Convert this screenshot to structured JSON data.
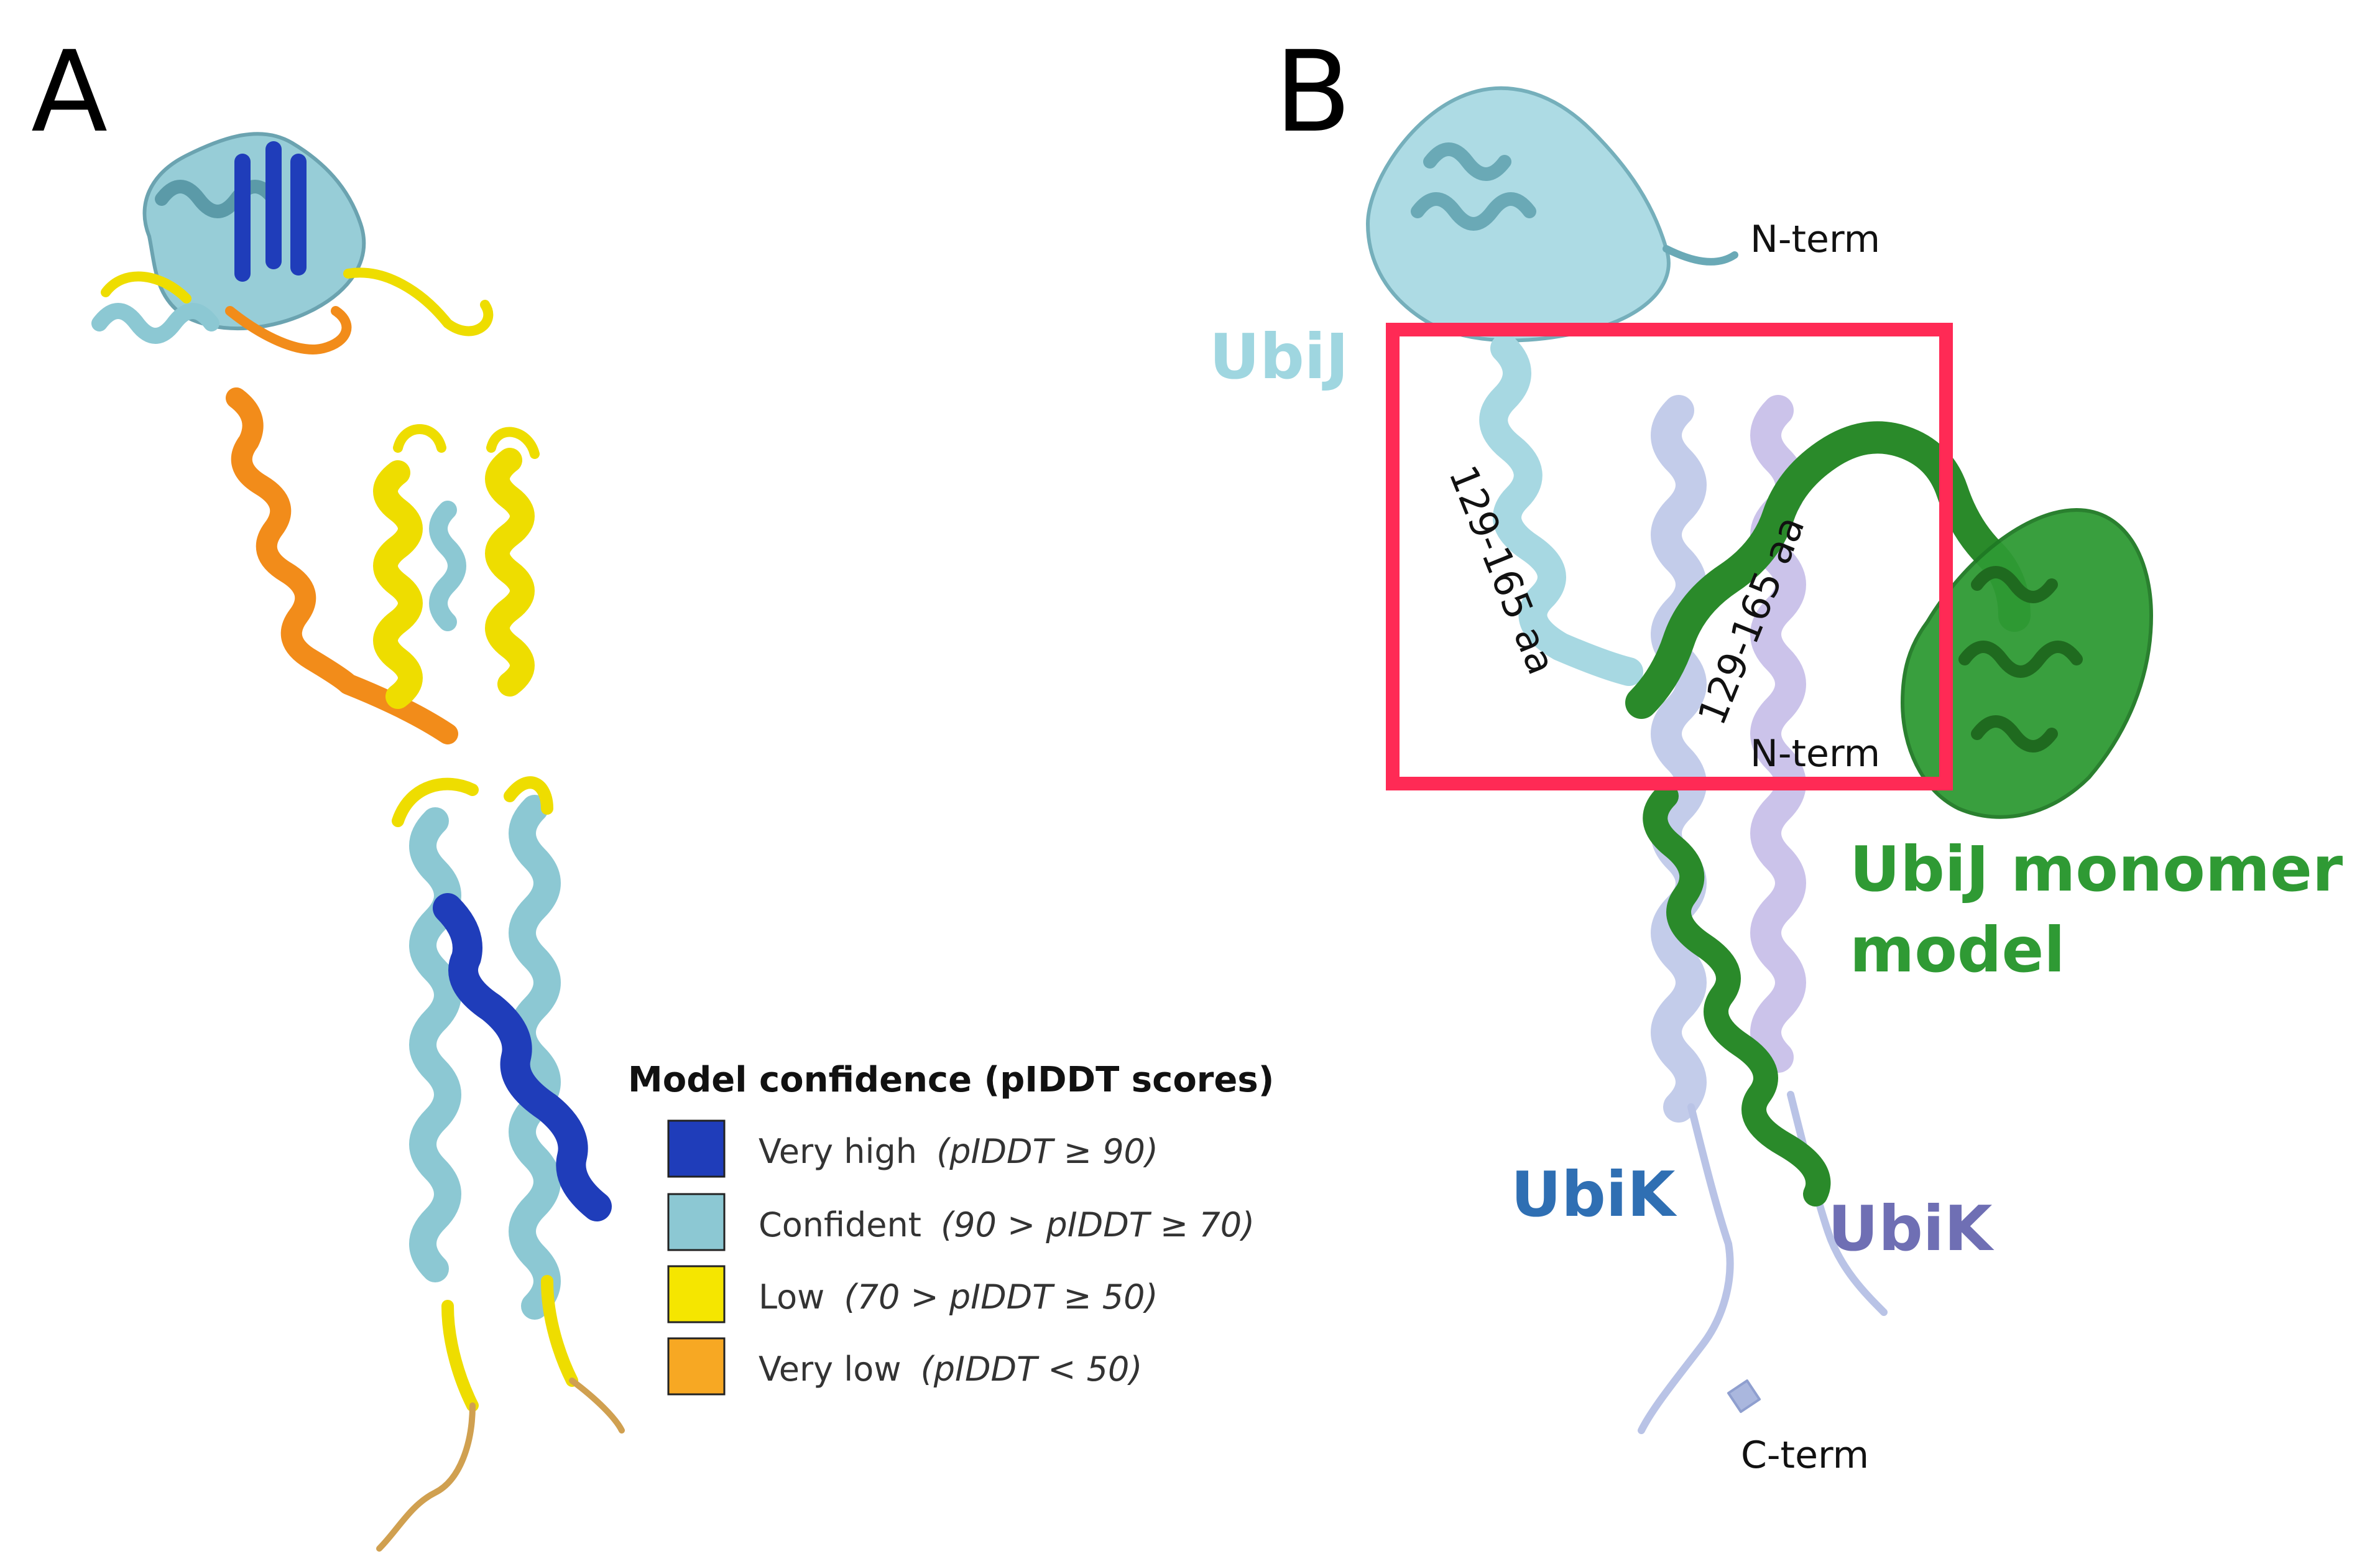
{
  "panels": {
    "a": {
      "letter": "A"
    },
    "b": {
      "letter": "B"
    }
  },
  "legend": {
    "title": "Model confidence (pIDDT scores)",
    "items": [
      {
        "label": "Very high",
        "range": "(pIDDT ≥ 90)",
        "color": "#1f3dba"
      },
      {
        "label": "Confident",
        "range": "(90 > pIDDT ≥ 70)",
        "color": "#8cc8d3"
      },
      {
        "label": "Low",
        "range": "(70 > pIDDT ≥ 50)",
        "color": "#f5e600"
      },
      {
        "label": "Very low",
        "range": "(pIDDT < 50)",
        "color": "#f7a823"
      }
    ]
  },
  "labels": {
    "ubij": "UbiJ",
    "ubij_monomer_line1": "UbiJ monomer",
    "ubij_monomer_line2": "model",
    "ubik_left": "UbiK",
    "ubik_right": "UbiK",
    "n_term_top": "N-term",
    "n_term_box": "N-term",
    "c_term": "C-term",
    "range_left": "129-165 aa",
    "range_right": "129-165 aa"
  },
  "colors": {
    "ubij_cyan": "#9fd6e0",
    "ubij_green": "#2f9a34",
    "ubik_blue": "#2f6fb3",
    "ubik_purple": "#6f6fb4",
    "highlight_box": "#ff2a55",
    "structure_dark_blue": "#1f3dba",
    "structure_orange": "#f28c1a",
    "structure_yellow": "#eedd00",
    "structure_cyan": "#8cc8d3",
    "structure_green": "#2a8a2a",
    "structure_lavender": "#aeb8e0"
  }
}
